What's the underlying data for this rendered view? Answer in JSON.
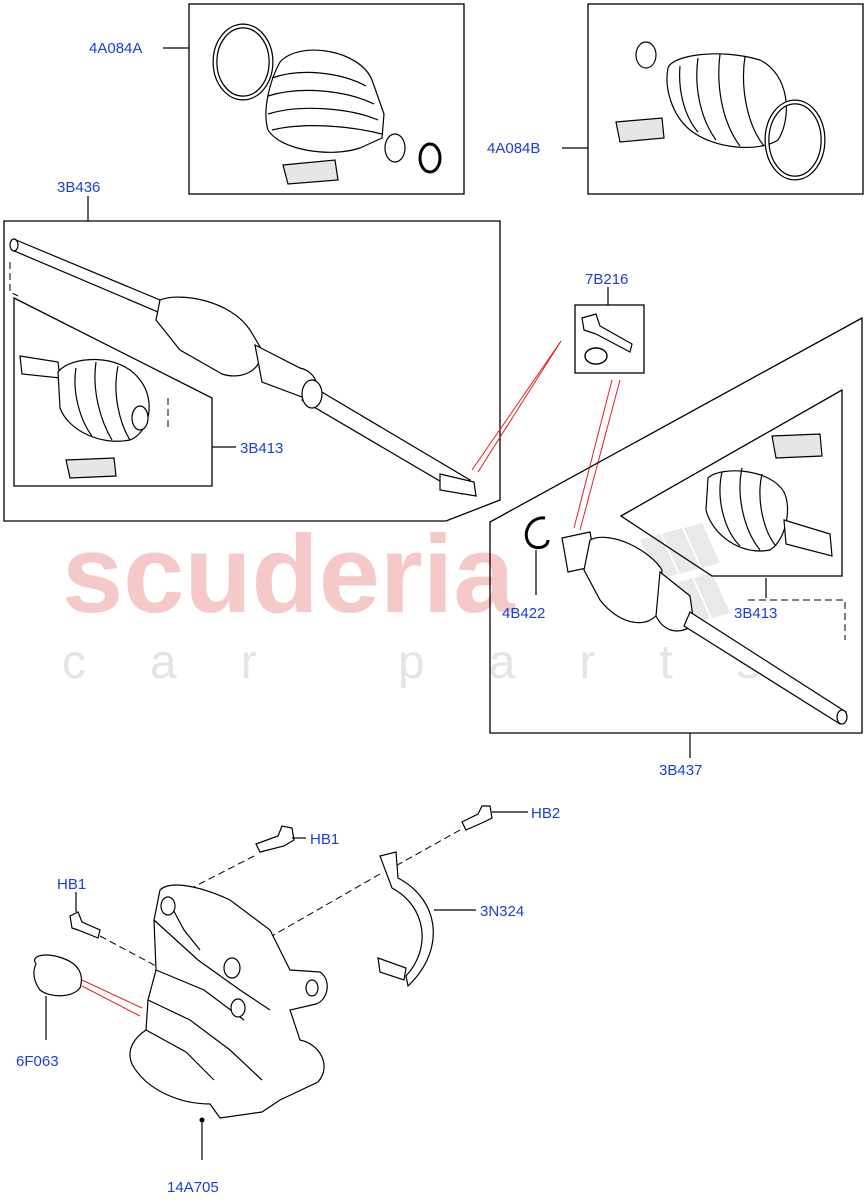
{
  "watermark": {
    "brand": "scuderia",
    "sub": "car parts"
  },
  "labels": {
    "a4a084a": "4A084A",
    "a4a084b": "4A084B",
    "b3b436": "3B436",
    "b7b216": "7B216",
    "b3b413_left": "3B413",
    "b4b422": "4B422",
    "b3b413_right": "3B413",
    "b3b437": "3B437",
    "hb2": "HB2",
    "hb1_top": "HB1",
    "hb1_left": "HB1",
    "n3n324": "3N324",
    "f6f063": "6F063",
    "a14a705": "14A705"
  },
  "colors": {
    "label": "#1a3fd6",
    "line": "#000000",
    "ref_line": "#e02020",
    "watermark_red": "#f6c9c9",
    "watermark_grey": "#e4e4e4"
  }
}
